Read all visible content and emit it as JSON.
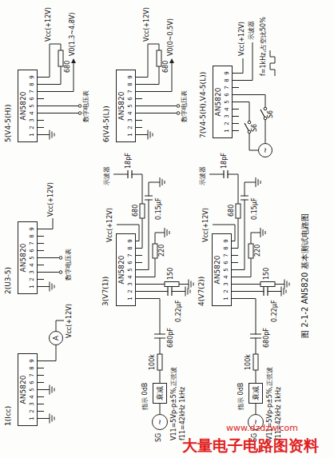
{
  "diagram": {
    "title": "图 2-1-2 AN5820 基本测试电路图",
    "nodes": [
      {
        "text": [
          "AN5820",
          "1",
          "2",
          "3",
          "4",
          "5",
          "6",
          "7",
          "8",
          "9"
        ]
      },
      {
        "text": [
          "A"
        ]
      },
      {
        "text": [
          "AN5820",
          "1",
          "2",
          "3",
          "4",
          "5",
          "6",
          "7",
          "8",
          "9"
        ]
      },
      {
        "text": [
          "AN5820",
          "1",
          "2",
          "3",
          "4",
          "5",
          "6",
          "7",
          "8",
          "9"
        ]
      },
      {
        "text": [
          "AN5820",
          "1",
          "2",
          "3",
          "4",
          "5",
          "6",
          "7",
          "8",
          "9"
        ]
      },
      {
        "text": [
          "~"
        ]
      },
      {
        "text": [
          "衰减"
        ]
      },
      {
        "text": [
          "AN5820",
          "1",
          "2",
          "3",
          "4",
          "5",
          "6",
          "7",
          "8",
          "9"
        ]
      },
      {
        "text": [
          "AN5820",
          "1",
          "2",
          "3",
          "4",
          "5",
          "6",
          "7",
          "8",
          "9"
        ]
      },
      {
        "text": [
          "~"
        ]
      },
      {
        "text": [
          "衰减"
        ]
      },
      {
        "text": [
          "AN5820",
          "1",
          "2",
          "3",
          "4",
          "5",
          "6",
          "7",
          "8",
          "9"
        ]
      },
      {
        "text": [
          "~"
        ]
      }
    ],
    "edges": [
      {
        "from": 0,
        "to": 1,
        "arrow": "none"
      },
      {
        "from": 5,
        "to": 6,
        "arrow": "none"
      },
      {
        "from": 6,
        "to": 4,
        "arrow": "none"
      },
      {
        "from": 9,
        "to": 10,
        "arrow": "none"
      },
      {
        "from": 10,
        "to": 8,
        "arrow": "none"
      },
      {
        "from": 11,
        "to": 12,
        "arrow": "none"
      }
    ],
    "labels": [
      "1(Icc)",
      "Vcc(+12V)",
      "2(U3-5)",
      "Vcc(+12V)",
      "数字电压表",
      "5(V4-5(H))",
      "Vcc(+12V)",
      "680",
      "V0(1.3~4.8V)",
      "数字电压表",
      "3(V7(1))",
      "指示 0dB",
      "SG",
      "V11=5Vp-p±5%,正弦波",
      "f11=42kHz 1kHz",
      "100k",
      "680pF",
      "0.22μF",
      "150",
      "220",
      "0.15μF",
      "680",
      "18pF",
      "示波器",
      "Vcc(+12V)",
      "6(V4-5(L))",
      "Vcc(+12V)",
      "680",
      "V0(0~0.5V)",
      "数字电压表",
      "4(V7(2))",
      "指示 0dB",
      "SG",
      "V11=5Vp-p±5%,正弦波",
      "f11=42kHz 1kHz",
      "100k",
      "680pF",
      "0.22μF",
      "150",
      "220",
      "0.15μF",
      "680",
      "18pF",
      "示波器",
      "Vcc(+12V)",
      "7(V4-5(H),V4-5(L))",
      "Vcc(+12V)",
      "示波器",
      "f=1kHz,占空比50%",
      "S6",
      "S6",
      "www.dzdzw.com",
      "大量电子电路图资料"
    ]
  }
}
